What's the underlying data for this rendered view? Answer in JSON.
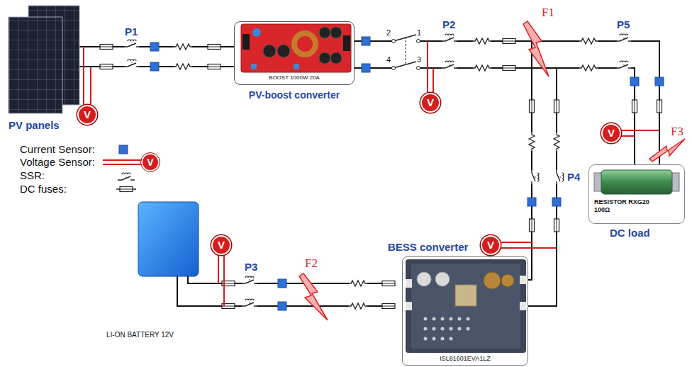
{
  "diagram": {
    "nodes": [
      {
        "text": [
          "PV panels"
        ]
      },
      {
        "text": [
          "V"
        ]
      },
      {
        "text": [
          "BOOST 1000W 20A",
          "PV-boost converter"
        ]
      },
      {
        "text": [
          "V"
        ]
      },
      {
        "text": [
          "RESISTOR RXG20 100Ω",
          "DC load"
        ]
      },
      {
        "text": [
          "V"
        ]
      },
      {
        "text": [
          "BESS converter",
          "ISL81601EVA1LZ"
        ]
      },
      {
        "text": [
          "V"
        ]
      },
      {
        "text": [
          "LI-ON BATTERY 12V"
        ]
      },
      {
        "text": [
          "V"
        ]
      }
    ],
    "edges": [
      {
        "from": 0,
        "to": 2,
        "arrow": "none"
      },
      {
        "from": 2,
        "to": 4,
        "arrow": "none"
      },
      {
        "from": 2,
        "to": 6,
        "arrow": "none"
      },
      {
        "from": 6,
        "to": 8,
        "arrow": "none"
      }
    ],
    "labels": [
      "P1",
      "2",
      "1",
      "P2",
      "F1",
      "P5",
      "4",
      "3",
      "F3",
      "P4",
      "F2",
      "P3",
      "V"
    ],
    "legend": [
      {
        "text": "Current Sensor:"
      },
      {
        "text": "Voltage Sensor:"
      },
      {
        "text": "SSR:"
      },
      {
        "text": "DC fuses:"
      }
    ]
  }
}
